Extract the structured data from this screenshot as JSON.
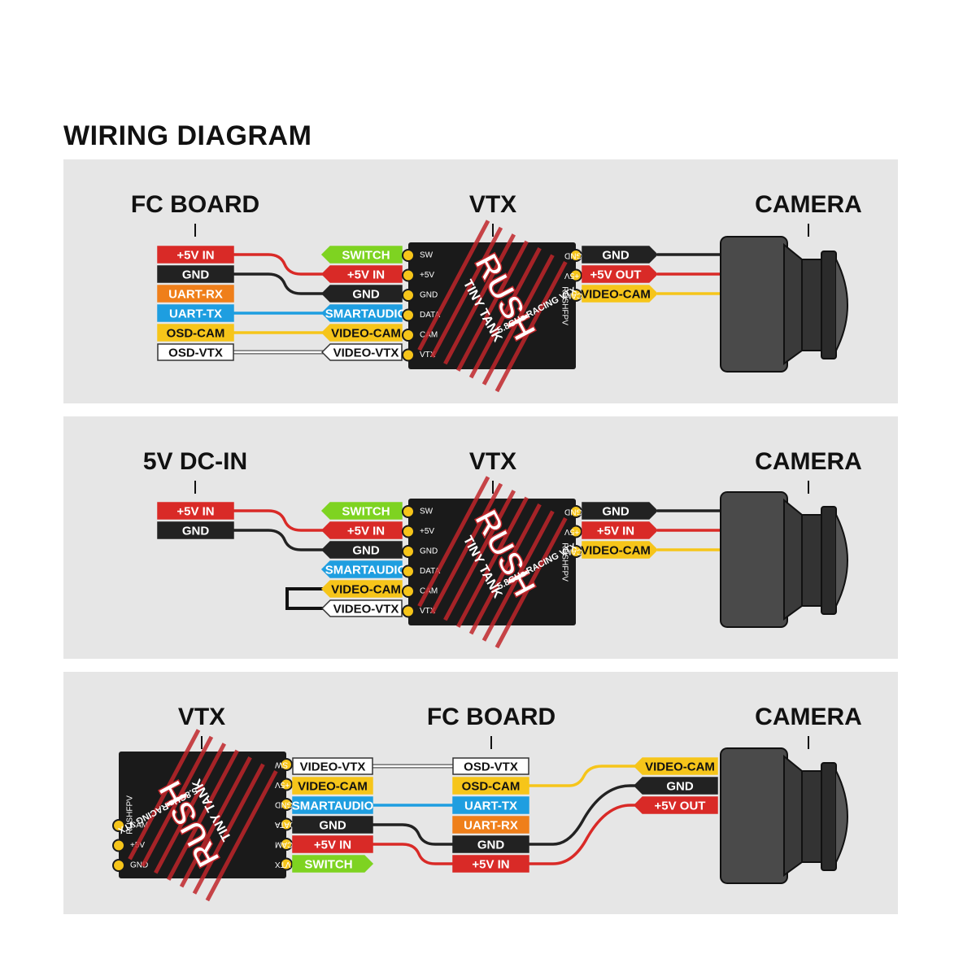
{
  "title": "WIRING DIAGRAM",
  "colors": {
    "red": "#d92a27",
    "black": "#222222",
    "orange": "#ef7f1a",
    "blue": "#1e9ee0",
    "yellow": "#f6c51a",
    "white": "#ffffff",
    "green": "#7ed321",
    "panel": "#e6e6e6"
  },
  "vtx_board": {
    "brand": "RUSH",
    "model": "TINY TANK",
    "subtitle": "5.8GHz RACING VTX",
    "maker": "RUSHFPV",
    "left_pins": [
      "SW",
      "+5V",
      "GND",
      "DATA",
      "CAM",
      "VTX"
    ],
    "right_pins": [
      "GND",
      "+5V",
      "CAM"
    ]
  },
  "panels": [
    {
      "headers": [
        "FC BOARD",
        "VTX",
        "CAMERA"
      ],
      "source_labels": [
        {
          "text": "+5V IN",
          "color": "red"
        },
        {
          "text": "GND",
          "color": "black"
        },
        {
          "text": "UART-RX",
          "color": "orange"
        },
        {
          "text": "UART-TX",
          "color": "blue"
        },
        {
          "text": "OSD-CAM",
          "color": "yellow"
        },
        {
          "text": "OSD-VTX",
          "color": "white"
        }
      ],
      "vtx_labels": [
        {
          "text": "SWITCH",
          "color": "green"
        },
        {
          "text": "+5V IN",
          "color": "red"
        },
        {
          "text": "GND",
          "color": "black"
        },
        {
          "text": "SMARTAUDIO",
          "color": "blue"
        },
        {
          "text": "VIDEO-CAM",
          "color": "yellow"
        },
        {
          "text": "VIDEO-VTX",
          "color": "white"
        }
      ],
      "camera_labels": [
        {
          "text": "GND",
          "color": "black"
        },
        {
          "text": "+5V OUT",
          "color": "red"
        },
        {
          "text": "VIDEO-CAM",
          "color": "yellow"
        }
      ]
    },
    {
      "headers": [
        "5V DC-IN",
        "VTX",
        "CAMERA"
      ],
      "source_labels": [
        {
          "text": "+5V IN",
          "color": "red"
        },
        {
          "text": "GND",
          "color": "black"
        }
      ],
      "vtx_labels": [
        {
          "text": "SWITCH",
          "color": "green"
        },
        {
          "text": "+5V IN",
          "color": "red"
        },
        {
          "text": "GND",
          "color": "black"
        },
        {
          "text": "SMARTAUDIO",
          "color": "blue"
        },
        {
          "text": "VIDEO-CAM",
          "color": "yellow"
        },
        {
          "text": "VIDEO-VTX",
          "color": "white"
        }
      ],
      "camera_labels": [
        {
          "text": "GND",
          "color": "black"
        },
        {
          "text": "+5V IN",
          "color": "red"
        },
        {
          "text": "VIDEO-CAM",
          "color": "yellow"
        }
      ]
    },
    {
      "headers": [
        "VTX",
        "FC BOARD",
        "CAMERA"
      ],
      "vtx_side_labels": [
        {
          "text": "VIDEO-VTX",
          "color": "white"
        },
        {
          "text": "VIDEO-CAM",
          "color": "yellow"
        },
        {
          "text": "SMARTAUDIO",
          "color": "blue"
        },
        {
          "text": "GND",
          "color": "black"
        },
        {
          "text": "+5V IN",
          "color": "red"
        },
        {
          "text": "SWITCH",
          "color": "green"
        }
      ],
      "fc_labels": [
        {
          "text": "OSD-VTX",
          "color": "white"
        },
        {
          "text": "OSD-CAM",
          "color": "yellow"
        },
        {
          "text": "UART-TX",
          "color": "blue"
        },
        {
          "text": "UART-RX",
          "color": "orange"
        },
        {
          "text": "GND",
          "color": "black"
        },
        {
          "text": "+5V IN",
          "color": "red"
        }
      ],
      "camera_labels": [
        {
          "text": "VIDEO-CAM",
          "color": "yellow"
        },
        {
          "text": "GND",
          "color": "black"
        },
        {
          "text": "+5V OUT",
          "color": "red"
        }
      ]
    }
  ]
}
